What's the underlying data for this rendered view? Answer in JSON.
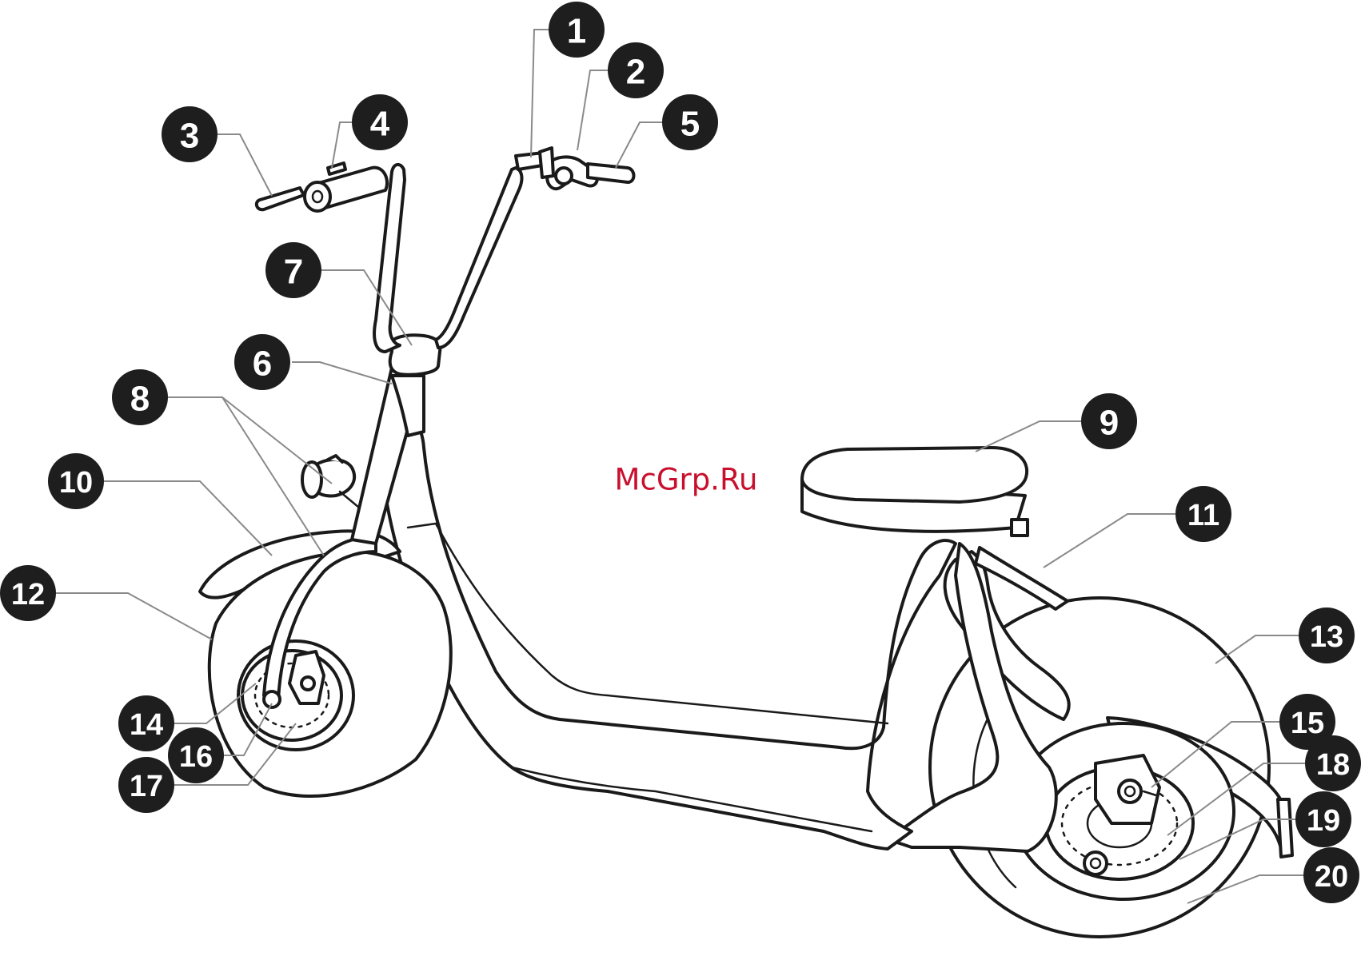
{
  "watermark": "McGrp.Ru",
  "callouts": [
    {
      "id": "1",
      "label": "1"
    },
    {
      "id": "2",
      "label": "2"
    },
    {
      "id": "3",
      "label": "3"
    },
    {
      "id": "4",
      "label": "4"
    },
    {
      "id": "5",
      "label": "5"
    },
    {
      "id": "6",
      "label": "6"
    },
    {
      "id": "7",
      "label": "7"
    },
    {
      "id": "8",
      "label": "8"
    },
    {
      "id": "9",
      "label": "9"
    },
    {
      "id": "10",
      "label": "10"
    },
    {
      "id": "11",
      "label": "11"
    },
    {
      "id": "12",
      "label": "12"
    },
    {
      "id": "13",
      "label": "13"
    },
    {
      "id": "14",
      "label": "14"
    },
    {
      "id": "15",
      "label": "15"
    },
    {
      "id": "16",
      "label": "16"
    },
    {
      "id": "17",
      "label": "17"
    },
    {
      "id": "18",
      "label": "18"
    },
    {
      "id": "19",
      "label": "19"
    },
    {
      "id": "20",
      "label": "20"
    }
  ],
  "colors": {
    "badge": "#1e1e1e",
    "badge_text": "#ffffff",
    "outline": "#1a1a1a",
    "leader": "#8a8a8a",
    "watermark": "#c8102e"
  }
}
